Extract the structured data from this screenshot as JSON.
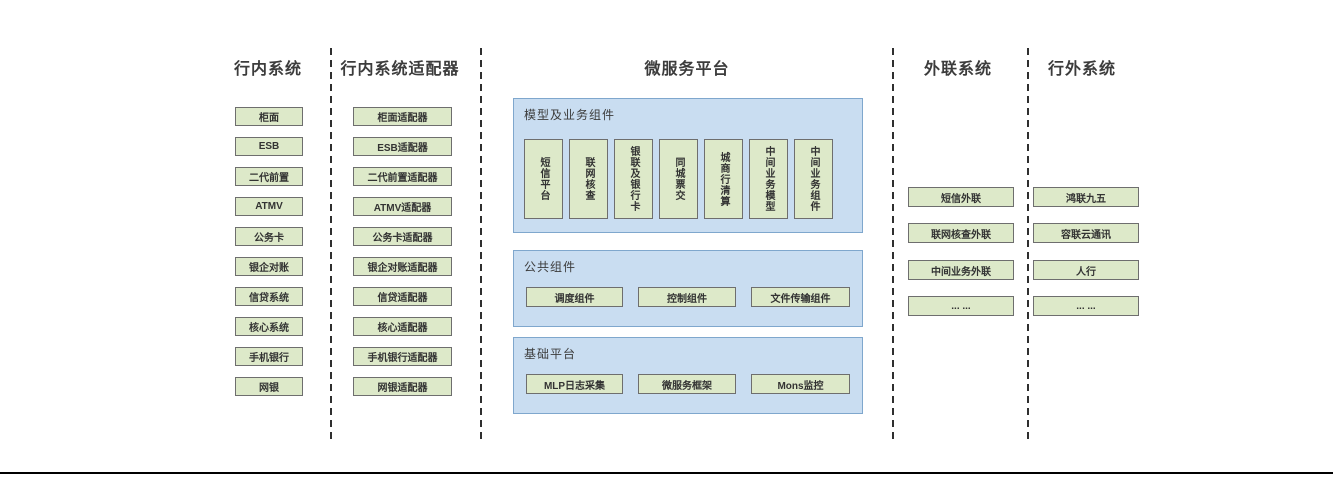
{
  "diagram": {
    "columns": {
      "internal": {
        "title": "行内系统",
        "items": [
          "柜面",
          "ESB",
          "二代前置",
          "ATMV",
          "公务卡",
          "银企对账",
          "信贷系统",
          "核心系统",
          "手机银行",
          "网银"
        ]
      },
      "adapters": {
        "title": "行内系统适配器",
        "items": [
          "柜面适配器",
          "ESB适配器",
          "二代前置适配器",
          "ATMV适配器",
          "公务卡适配器",
          "银企对账适配器",
          "信贷适配器",
          "核心适配器",
          "手机银行适配器",
          "网银适配器"
        ]
      },
      "platform": {
        "title": "微服务平台",
        "groups": {
          "model": {
            "title": "模型及业务组件",
            "items": [
              "短信平台",
              "联网核查",
              "银联及银行卡",
              "同城票交",
              "城商行清算",
              "中间业务模型",
              "中间业务组件"
            ]
          },
          "common": {
            "title": "公共组件",
            "items": [
              "调度组件",
              "控制组件",
              "文件传输组件"
            ]
          },
          "base": {
            "title": "基础平台",
            "items": [
              "MLP日志采集",
              "微服务框架",
              "Mons监控"
            ]
          }
        }
      },
      "outreach": {
        "title": "外联系统",
        "items": [
          "短信外联",
          "联网核查外联",
          "中间业务外联",
          "... ..."
        ]
      },
      "external": {
        "title": "行外系统",
        "items": [
          "鸿联九五",
          "容联云通讯",
          "人行",
          "... ..."
        ]
      }
    },
    "colors": {
      "node_fill": "#dde9c9",
      "node_border": "#6e6e6e",
      "panel_fill": "#c9ddf1",
      "panel_border": "#7fa7cd",
      "text": "#3a3a3a",
      "divider": "#2f2f2f",
      "bottom_rule": "#000000"
    }
  }
}
